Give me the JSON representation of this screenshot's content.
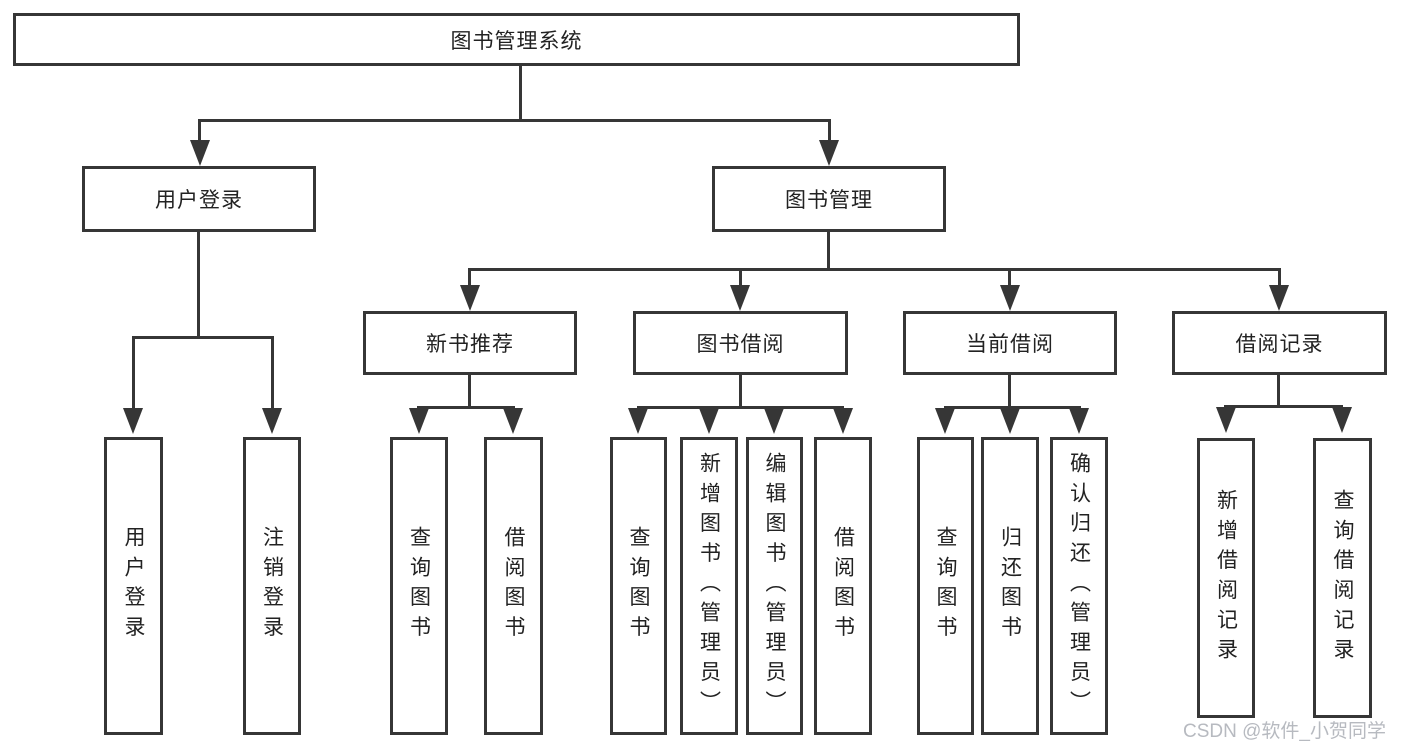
{
  "nodes": {
    "root": "图书管理系统",
    "level2": [
      "用户登录",
      "图书管理"
    ],
    "level3": [
      "新书推荐",
      "图书借阅",
      "当前借阅",
      "借阅记录"
    ],
    "leaves_user_login": [
      "用户登录",
      "注销登录"
    ],
    "leaves_new_books": [
      "查询图书",
      "借阅图书"
    ],
    "leaves_book_borrow": [
      "查询图书",
      "新增图书（管理员）",
      "编辑图书（管理员）",
      "借阅图书"
    ],
    "leaves_current_borrow": [
      "查询图书",
      "归还图书",
      "确认归还（管理员）"
    ],
    "leaves_borrow_records": [
      "新增借阅记录",
      "查询借阅记录"
    ]
  },
  "watermark": "CSDN @软件_小贺同学",
  "colors": {
    "line": "#363636",
    "text": "#222222",
    "watermark": "#b7bac0",
    "background": "#ffffff"
  }
}
